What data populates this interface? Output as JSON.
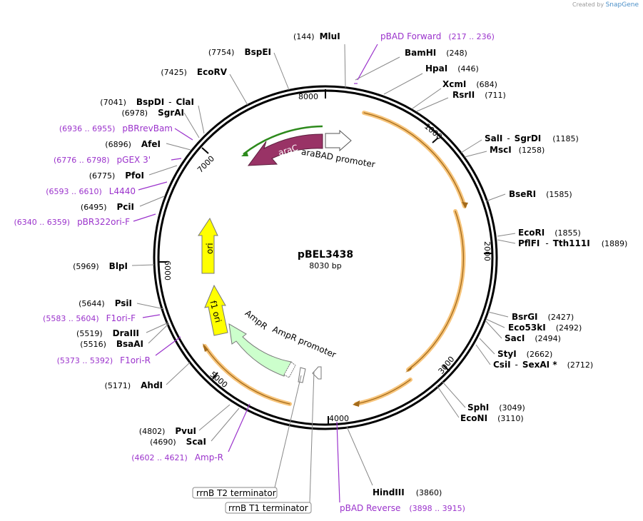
{
  "watermark": {
    "prefix": "Created by",
    "brand": "SnapGene"
  },
  "plasmid": {
    "name": "pBEL3438",
    "size_label": "8030 bp"
  },
  "colors": {
    "enzyme_text": "#000000",
    "primer": "#9b33cc",
    "line": "#777777",
    "aracC": "#993366",
    "aracC_outline": "#33aa22",
    "yellow": "#ffff00",
    "ampR": "#ccffcc",
    "orange_glow": "#f7c47a",
    "orange_arc": "#a36a1a"
  },
  "ticks": [
    "1000",
    "2000",
    "3000",
    "4000",
    "5000",
    "6000",
    "7000",
    "8000"
  ],
  "features": {
    "araC": "araC",
    "araBAD": "araBAD promoter",
    "ori": "ori",
    "f1ori": "f1 ori",
    "ampR": "AmpR",
    "ampR_promoter": "AmpR promoter"
  },
  "labels": {
    "mlui": {
      "pos": "(144)",
      "name": "MluI"
    },
    "pbad_fwd": {
      "name": "pBAD Forward",
      "pos": "(217 .. 236)"
    },
    "bamhi": {
      "name": "BamHI",
      "pos": "(248)"
    },
    "hpai": {
      "name": "HpaI",
      "pos": "(446)"
    },
    "xcmi": {
      "name": "XcmI",
      "pos": "(684)"
    },
    "rsrii": {
      "name": "RsrII",
      "pos": "(711)"
    },
    "sali": {
      "name": "SalI",
      "sep": "-",
      "name2": "SgrDI",
      "pos": "(1185)"
    },
    "msci": {
      "name": "MscI",
      "pos": "(1258)"
    },
    "bseri": {
      "name": "BseRI",
      "pos": "(1585)"
    },
    "ecori": {
      "name": "EcoRI",
      "pos": "(1855)"
    },
    "pflfi": {
      "name": "PflFI",
      "sep": "-",
      "name2": "Tth111I",
      "pos": "(1889)"
    },
    "bsrgi": {
      "name": "BsrGI",
      "pos": "(2427)"
    },
    "eco53ki": {
      "name": "Eco53kI",
      "pos": "(2492)"
    },
    "saci": {
      "name": "SacI",
      "pos": "(2494)"
    },
    "styi": {
      "name": "StyI",
      "pos": "(2662)"
    },
    "csii": {
      "name": "CsiI",
      "sep": "-",
      "name2": "SexAI *",
      "pos": "(2712)"
    },
    "sphi": {
      "name": "SphI",
      "pos": "(3049)"
    },
    "econi": {
      "name": "EcoNI",
      "pos": "(3110)"
    },
    "hindiii": {
      "name": "HindIII",
      "pos": "(3860)"
    },
    "pbad_rev": {
      "name": "pBAD Reverse",
      "pos": "(3898 .. 3915)"
    },
    "rrnb_t1": {
      "name": "rrnB T1 terminator"
    },
    "rrnb_t2": {
      "name": "rrnB T2 terminator"
    },
    "amp_r": {
      "pos": "(4602 .. 4621)",
      "name": "Amp-R"
    },
    "scai": {
      "pos": "(4690)",
      "name": "ScaI"
    },
    "pvui": {
      "pos": "(4802)",
      "name": "PvuI"
    },
    "ahdi": {
      "pos": "(5171)",
      "name": "AhdI"
    },
    "f1ori_r": {
      "pos": "(5373 .. 5392)",
      "name": "F1ori-R"
    },
    "bsaai": {
      "pos": "(5516)",
      "name": "BsaAI"
    },
    "draiii": {
      "pos": "(5519)",
      "name": "DraIII"
    },
    "f1ori_f": {
      "pos": "(5583 .. 5604)",
      "name": "F1ori-F"
    },
    "psii": {
      "pos": "(5644)",
      "name": "PsiI"
    },
    "blpi": {
      "pos": "(5969)",
      "name": "BlpI"
    },
    "pbr322": {
      "pos": "(6340 .. 6359)",
      "name": "pBR322ori-F"
    },
    "pcii": {
      "pos": "(6495)",
      "name": "PciI"
    },
    "l4440": {
      "pos": "(6593 .. 6610)",
      "name": "L4440"
    },
    "pfoi": {
      "pos": "(6775)",
      "name": "PfoI"
    },
    "pgex3": {
      "pos": "(6776 .. 6798)",
      "name": "pGEX 3'"
    },
    "afei": {
      "pos": "(6896)",
      "name": "AfeI"
    },
    "pbrrevbam": {
      "pos": "(6936 .. 6955)",
      "name": "pBRrevBam"
    },
    "sgrai": {
      "pos": "(6978)",
      "name": "SgrAI"
    },
    "bspdi": {
      "pos": "(7041)",
      "name": "BspDI",
      "sep": "-",
      "name2": "ClaI"
    },
    "ecorv": {
      "pos": "(7425)",
      "name": "EcoRV"
    },
    "bspei": {
      "pos": "(7754)",
      "name": "BspEI"
    }
  }
}
